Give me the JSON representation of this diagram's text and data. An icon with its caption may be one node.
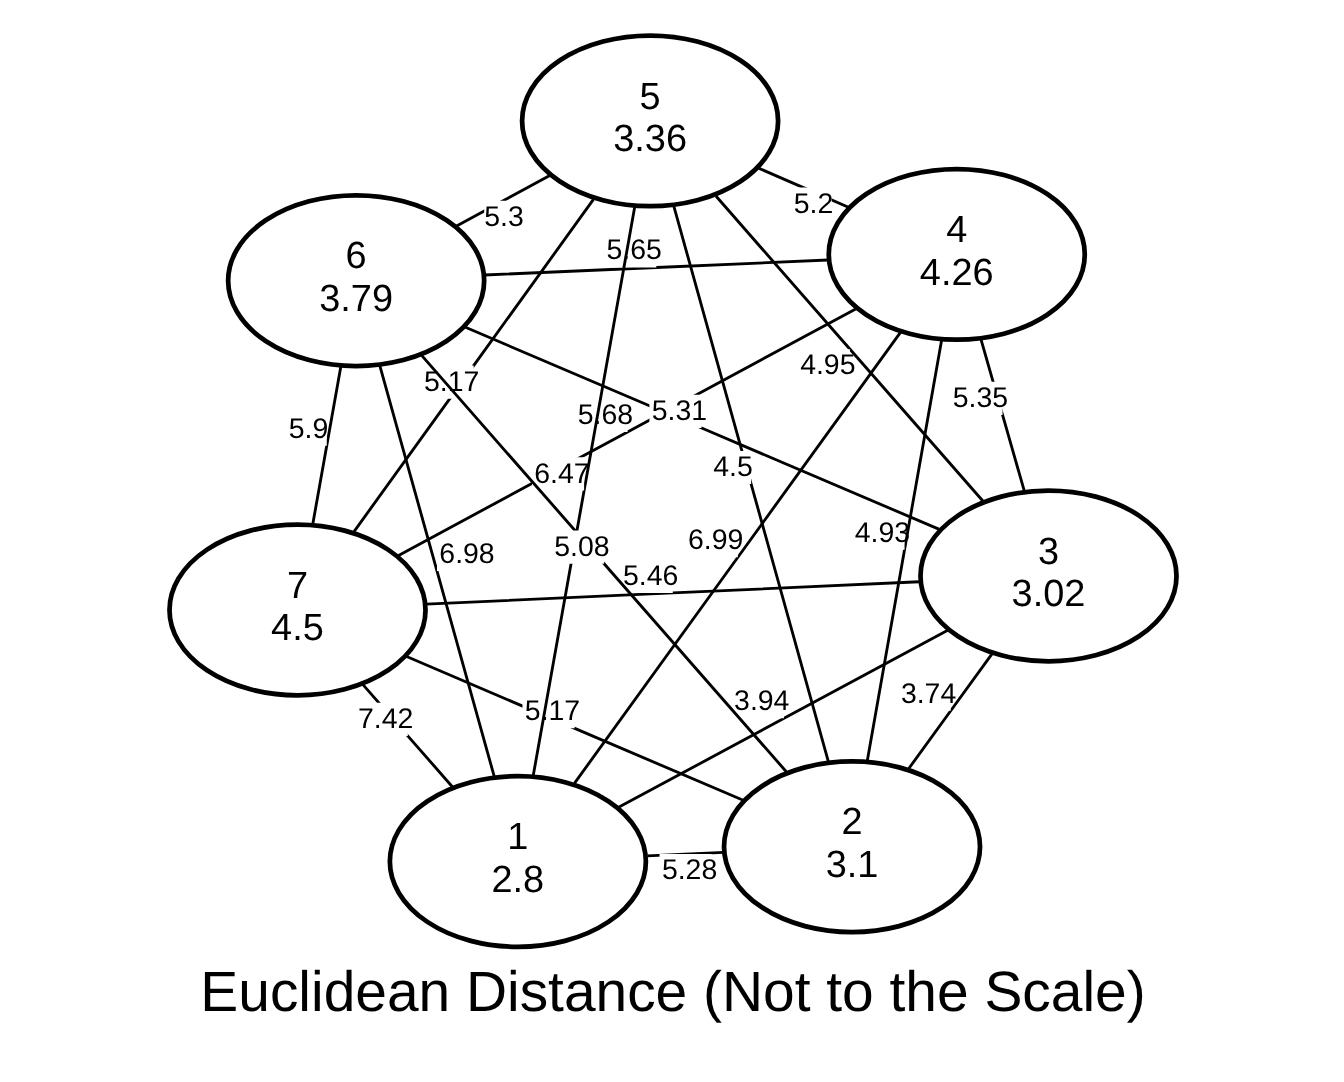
{
  "diagram": {
    "caption": "Euclidean Distance (Not to the Scale)",
    "nodes": [
      {
        "text": [
          "1",
          "2.8"
        ]
      },
      {
        "text": [
          "2",
          "3.1"
        ]
      },
      {
        "text": [
          "3",
          "3.02"
        ]
      },
      {
        "text": [
          "4",
          "4.26"
        ]
      },
      {
        "text": [
          "5",
          "3.36"
        ]
      },
      {
        "text": [
          "6",
          "3.79"
        ]
      },
      {
        "text": [
          "7",
          "4.5"
        ]
      }
    ],
    "edges": [
      {
        "from": 3,
        "to": 2,
        "arrow": "none",
        "label": "5.35"
      },
      {
        "from": 2,
        "to": 1,
        "arrow": "none",
        "label": "3.74"
      },
      {
        "from": 1,
        "to": 0,
        "arrow": "none",
        "label": "5.28"
      },
      {
        "from": 0,
        "to": 6,
        "arrow": "none",
        "label": "7.42"
      },
      {
        "from": 6,
        "to": 5,
        "arrow": "none",
        "label": "5.9"
      },
      {
        "from": 5,
        "to": 4,
        "arrow": "none",
        "label": "5.3"
      },
      {
        "from": 4,
        "to": 3,
        "arrow": "none",
        "label": "5.2"
      },
      {
        "from": 4,
        "to": 2,
        "arrow": "none",
        "label": "4.95"
      },
      {
        "from": 3,
        "to": 1,
        "arrow": "none",
        "label": "4.93"
      },
      {
        "from": 3,
        "to": 5,
        "arrow": "none",
        "label": "5.65"
      },
      {
        "from": 4,
        "to": 1,
        "arrow": "none",
        "label": "4.5"
      },
      {
        "from": 5,
        "to": 2,
        "arrow": "none",
        "label": "5.31"
      },
      {
        "from": 3,
        "to": 6,
        "arrow": "none",
        "label": "5.68"
      },
      {
        "from": 3,
        "to": 0,
        "arrow": "none",
        "label": "6.99"
      },
      {
        "from": 2,
        "to": 6,
        "arrow": "none",
        "label": "5.46"
      },
      {
        "from": 2,
        "to": 0,
        "arrow": "none",
        "label": "3.94"
      },
      {
        "from": 4,
        "to": 0,
        "arrow": "none",
        "label": "6.47"
      },
      {
        "from": 5,
        "to": 1,
        "arrow": "none",
        "label": "5.08"
      },
      {
        "from": 1,
        "to": 6,
        "arrow": "none",
        "label": "5.17"
      },
      {
        "from": 4,
        "to": 6,
        "arrow": "none",
        "label": "5.17"
      },
      {
        "from": 5,
        "to": 0,
        "arrow": "none",
        "label": "6.98"
      }
    ]
  }
}
